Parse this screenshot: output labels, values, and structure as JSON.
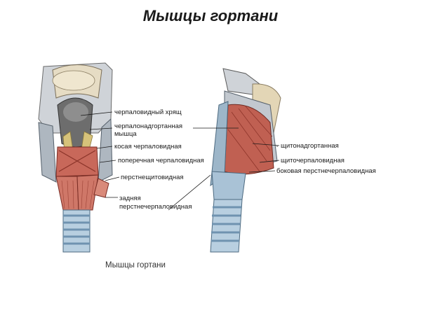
{
  "title": "Мышцы гортани",
  "caption": "Мышцы гортани",
  "labels": {
    "l1": "черпаловидный хрящ",
    "l2": "черпалонадгортанная",
    "l2b": "мышца",
    "l3": "косая черпаловидная",
    "l4": "поперечная черпаловидная",
    "l5": "перстнещитовидная",
    "l6": "задняя",
    "l6b": "перстнечерпаловидная",
    "r1": "щитонадгортанная",
    "r2": "щиточерпаловидная",
    "r3": "боковая перстнечерпаловидная"
  },
  "colors": {
    "muscle": "#b8554a",
    "muscle_light": "#d98a7a",
    "cartilage": "#c9cfd6",
    "trachea_ring": "#7fa8c9",
    "bone": "#d8c9a8"
  }
}
